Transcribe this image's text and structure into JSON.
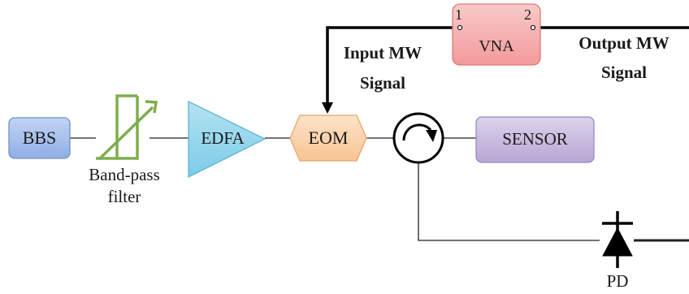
{
  "components": {
    "bbs": {
      "label": "BBS"
    },
    "filter": {
      "label_line1": "Band-pass",
      "label_line2": "filter"
    },
    "edfa": {
      "label": "EDFA"
    },
    "eom": {
      "label": "EOM"
    },
    "circulator": {
      "icon": "circulator-icon"
    },
    "sensor": {
      "label": "SENSOR"
    },
    "vna": {
      "label": "VNA",
      "port1": "1",
      "port2": "2"
    },
    "pd": {
      "label": "PD"
    }
  },
  "signals": {
    "input_mw": {
      "line1": "Input MW",
      "line2": "Signal"
    },
    "output_mw": {
      "line1": "Output MW",
      "line2": "Signal"
    }
  },
  "colors": {
    "bbs_fill": "#9ab6e8",
    "filter_stroke": "#7fae4e",
    "edfa_fill": "#8fd3ec",
    "eom_fill": "#fbd2a8",
    "sensor_fill": "#c4b6dc",
    "vna_fill": "#f4aaaa",
    "line": "#000000"
  }
}
